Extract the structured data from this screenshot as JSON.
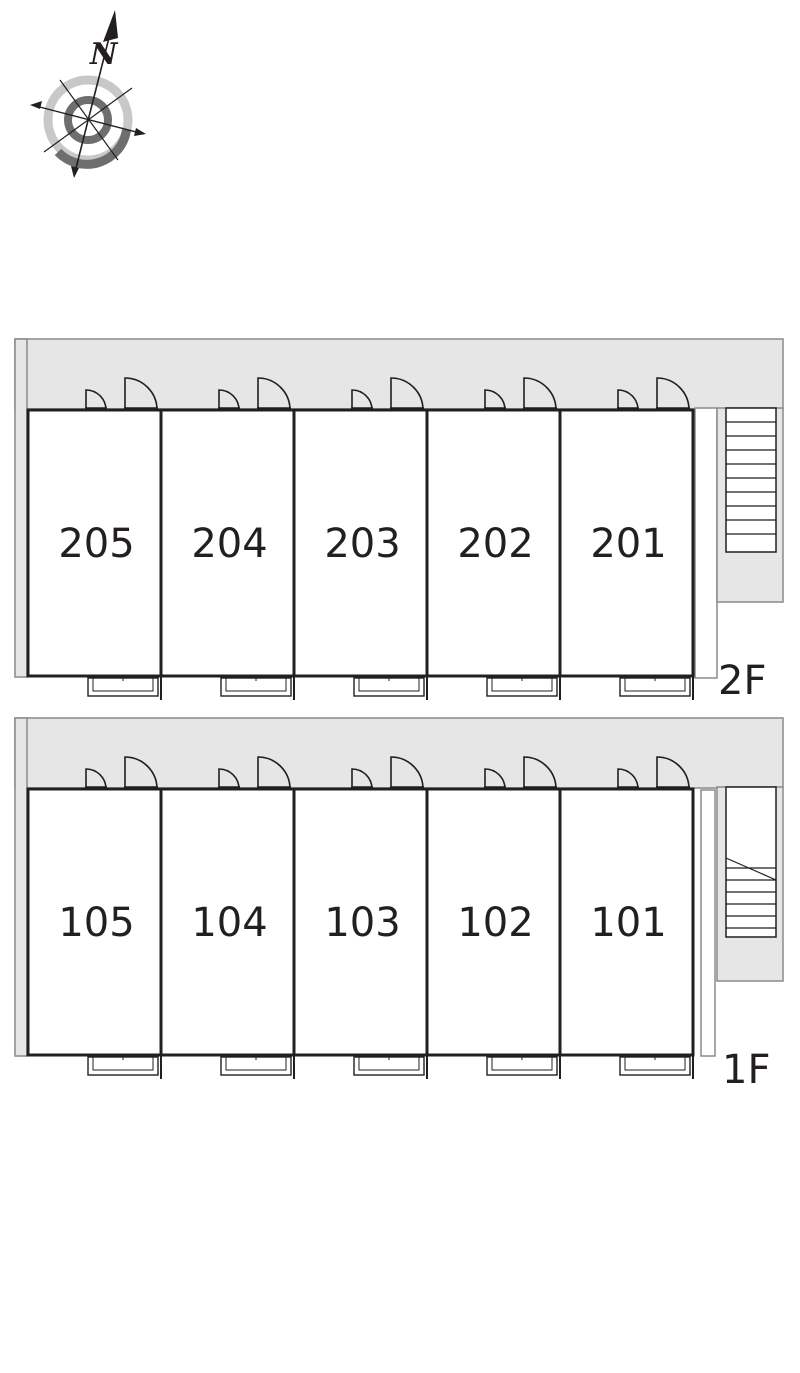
{
  "compass": {
    "north_label": "N"
  },
  "floors": [
    {
      "label": "2F",
      "units": [
        "205",
        "204",
        "203",
        "202",
        "201"
      ]
    },
    {
      "label": "1F",
      "units": [
        "105",
        "104",
        "103",
        "102",
        "101"
      ]
    }
  ],
  "colors": {
    "corridor": "#e6e6e6",
    "wall": "#231f20",
    "outline": "#8a8a8a",
    "compass_light": "#c8c8c8",
    "compass_dark": "#6e6e6e"
  }
}
